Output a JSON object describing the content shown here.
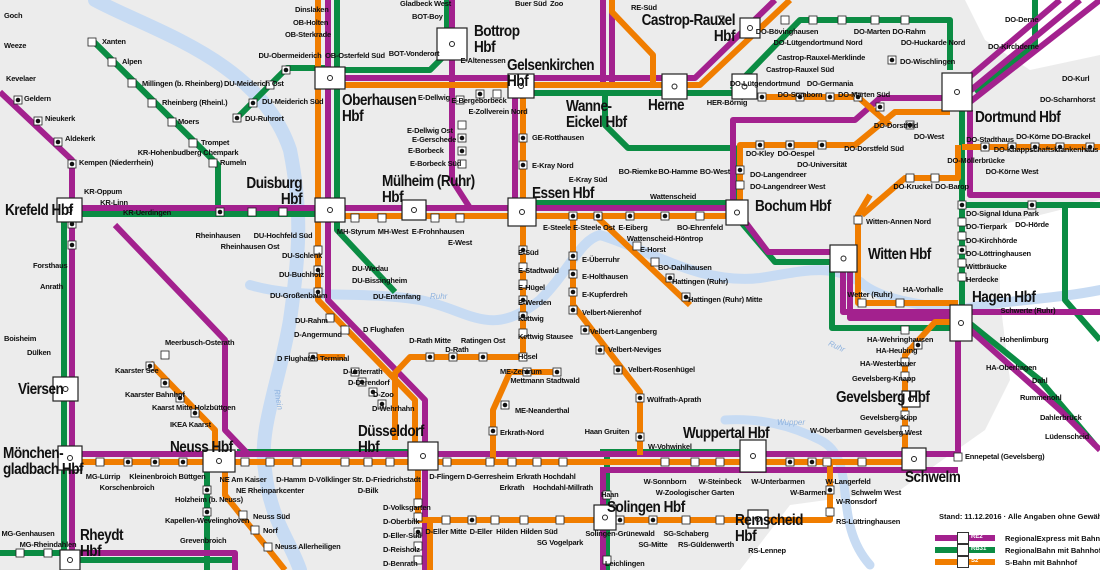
{
  "colors": {
    "regional_express": "#a3218e",
    "regional_bahn": "#0b8c43",
    "s_bahn": "#f07d00",
    "river": "#c7dbf3",
    "background": "#ececec"
  },
  "hubs": [
    "Bottrop\nHbf",
    "Gelsenkirchen\nHbf",
    "Oberhausen\nHbf",
    "Wanne-\nEickel Hbf",
    "Herne",
    "Castrop-Rauxel\nHbf",
    "Dortmund Hbf",
    "Duisburg\nHbf",
    "Krefeld Hbf",
    "Mülheim (Ruhr)\nHbf",
    "Essen Hbf",
    "Bochum Hbf",
    "Witten Hbf",
    "Hagen Hbf",
    "Viersen",
    "Mönchen-\ngladbach Hbf",
    "Neuss Hbf",
    "Düsseldorf\nHbf",
    "Wuppertal Hbf",
    "Gevelsberg Hbf",
    "Schwelm",
    "Rheydt\nHbf",
    "Solingen Hbf",
    "Remscheid\nHbf"
  ],
  "stations": [
    "Goch",
    "Weeze",
    "Kevelaer",
    "Geldern",
    "Nieukerk",
    "Aldekerk",
    "Kempen (Niederrhein)",
    "Xanten",
    "Alpen",
    "Millingen (b. Rheinberg)",
    "Rheinberg (Rheinl.)",
    "Moers",
    "Trompet",
    "Rumeln",
    "KR-Oppum",
    "KR-Linn",
    "KR-Uerdingen",
    "KR-Hohenbudberg Chempark",
    "Dinslaken",
    "OB-Holten",
    "OB-Sterkrade",
    "DU-Obermeiderich",
    "DU-Meiderich Ost",
    "DU-Meiderich Süd",
    "DU-Ruhrort",
    "OB-Osterfeld Süd",
    "Gladbeck West",
    "BOT-Boy",
    "BOT-Vonderort",
    "E-Altenessen",
    "E-Dellwig",
    "E-Bergeborbeck",
    "E-Zollverein Nord",
    "E-Dellwig Ost",
    "E-Gerschede",
    "E-Borbeck",
    "E-Borbeck Süd",
    "GE-Rotthausen",
    "E-Kray Nord",
    "E-Kray Süd",
    "RE-Süd",
    "Buer Süd",
    "Zoo",
    "HER-Börnig",
    "BO-Riemke",
    "BO-Hamme",
    "BO-West",
    "Wattenscheid",
    "DO-Bövinghausen",
    "DO-Lütgendortmund Nord",
    "DO-Marten",
    "DO-Rahm",
    "DO-Huckarde Nord",
    "DO-Wischlingen",
    "Castrop-Rauxel-Merklinde",
    "Castrop-Rauxel Süd",
    "DO-Lütgendortmund",
    "DO-Somborn",
    "DO-Germania",
    "DO-Marten Süd",
    "DO-Dorstfeld",
    "DO-West",
    "DO-Dorstfeld Süd",
    "DO-Kley",
    "DO-Oespel",
    "DO-Universität",
    "DO-Langendreer",
    "DO-Langendreer West",
    "DO-Kruckel",
    "DO-Barop",
    "DO-Derne",
    "DO-Kirchderne",
    "DO-Kurl",
    "DO-Scharnhorst",
    "DO-Stadthaus",
    "DO-Körne",
    "DO-Brackel",
    "DO-Möllerbrücke",
    "DO-Körne West",
    "DO-Knappschaftskrankenhaus",
    "DO-Signal Iduna Park",
    "DO-Hörde",
    "DO-Tierpark",
    "DO-Kirchhörde",
    "DO-Löttringhausen",
    "Wittbräucke",
    "Herdecke",
    "Witten-Annen Nord",
    "Wetter (Ruhr)",
    "HA-Vorhalle",
    "Schwerte (Ruhr)",
    "Hohenlimburg",
    "HA-Wehringhausen",
    "HA-Heubing",
    "HA-Westerbauer",
    "Gevelsberg-Knapp",
    "HA-Oberhagen",
    "Dahl",
    "Rummenohl",
    "Dahlerbrück",
    "Lüdenscheid",
    "Gevelsberg-Kipp",
    "Gevelsberg West",
    "W-Oberbarmen",
    "Ennepetal (Gevelsberg)",
    "W-Langerfeld",
    "Schwelm West",
    "W-Unterbarmen",
    "W-Barmen",
    "W-Ronsdorf",
    "RS-Lüttringhausen",
    "Rheinhausen",
    "Rheinhausen Ost",
    "DU-Hochfeld Süd",
    "DU-Schlenk",
    "DU-Buchholz",
    "DU-Großenbaum",
    "DU-Rahm",
    "D-Angermund",
    "D Flughafen Terminal",
    "DU-Wedau",
    "DU-Bissingheim",
    "DU-Entenfang",
    "D Flughafen",
    "MH-Styrum",
    "MH-West",
    "E-Frohnhausen",
    "E-West",
    "E-Süd",
    "E-Stadtwald",
    "E-Hügel",
    "E-Werden",
    "Kettwig",
    "Kettwig Stausee",
    "Hösel",
    "E-Steele",
    "E-Steele Ost",
    "E-Eiberg",
    "Wattenscheid-Höntrop",
    "BO-Ehrenfeld",
    "E-Überruhr",
    "E-Holthausen",
    "E-Kupferdreh",
    "Velbert-Nierenhof",
    "Velbert-Langenberg",
    "Velbert-Neviges",
    "Velbert-Rosenhügel",
    "E-Horst",
    "BO-Dahlhausen",
    "Hattingen (Ruhr)",
    "Hattingen (Ruhr) Mitte",
    "Wülfrath-Aprath",
    "W-Vohwinkel",
    "D-Rath Mitte",
    "D-Rath",
    "Ratingen Ost",
    "ME-Zentrum",
    "Mettmann Stadtwald",
    "ME-Neanderthal",
    "Erkrath-Nord",
    "Haan Gruiten",
    "Meerbusch-Osterath",
    "Forsthaus",
    "Anrath",
    "Boisheim",
    "Dülken",
    "Kaarster See",
    "Kaarster Bahnhof",
    "Kaarst Mitte Holzbüttgen",
    "IKEA Kaarst",
    "D-Unterrath",
    "D-Derendorf",
    "D-Zoo",
    "D-Wehrhahn",
    "D-Friedrichstadt",
    "D-Bilk",
    "D-Völklinger Str.",
    "D-Hamm",
    "NE Rheinparkcenter",
    "NE Am Kaiser",
    "MG-Lürrip",
    "Korschenbroich",
    "Kleinenbroich",
    "Büttgen",
    "Holzheim (b. Neuss)",
    "Kapellen-Wevelinghoven",
    "Grevenbroich",
    "Neuss Süd",
    "Norf",
    "Neuss Allerheiligen",
    "D-Volksgarten",
    "D-Oberbilk",
    "D-Eller-Süd",
    "D-Reisholz",
    "D-Benrath",
    "D-Eller Mitte",
    "D-Eller",
    "Hilden",
    "Hilden Süd",
    "SG Vogelpark",
    "D-Flingern",
    "D-Gerresheim",
    "Erkrath",
    "Erkrath Hochdahl",
    "Hochdahl-Millrath",
    "W-Sonnborn",
    "W-Zoologischer Garten",
    "W-Steinbeck",
    "Haan",
    "Leichlingen",
    "Solingen-Grünewald",
    "SG-Mitte",
    "SG-Schaberg",
    "RS-Güldenwerth",
    "RS-Lennep",
    "MG-Genhausen",
    "MG-Rheindahlen"
  ],
  "rivers": [
    "Rhein",
    "Ruhr",
    "Ruhr",
    "Wupper"
  ],
  "legend": {
    "stand": "Stand: 11.12.2016 · Alle Angaben ohne Gewähr.",
    "items": [
      {
        "code": "RE2",
        "label": "RegionalExpress mit Bahnhof"
      },
      {
        "code": "RB31",
        "label": "RegionalBahn mit Bahnhof"
      },
      {
        "code": "S2",
        "label": "S-Bahn mit Bahnhof"
      }
    ]
  }
}
